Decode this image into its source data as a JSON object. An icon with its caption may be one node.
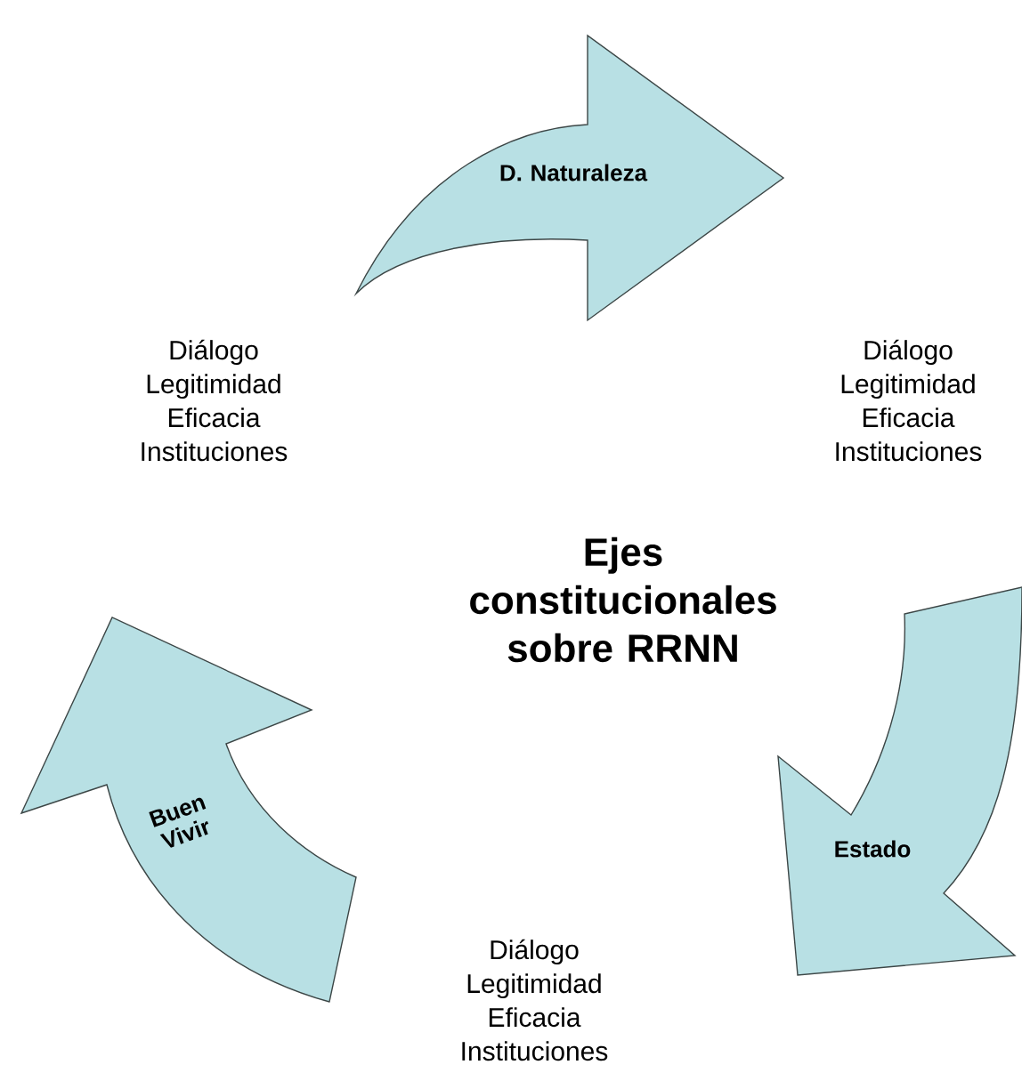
{
  "diagram": {
    "nodes": [
      {
        "text": [
          "D. Naturaleza"
        ]
      },
      {
        "text": [
          "Estado"
        ]
      },
      {
        "text": [
          "Buen Vivir"
        ]
      }
    ],
    "labels": [
      "Diálogo Legitimidad Eficacia Instituciones",
      "Diálogo Legitimidad Eficacia Instituciones",
      "Ejes constitucionales sobre RRNN",
      "Diálogo Legitimidad Eficacia Instituciones"
    ]
  }
}
